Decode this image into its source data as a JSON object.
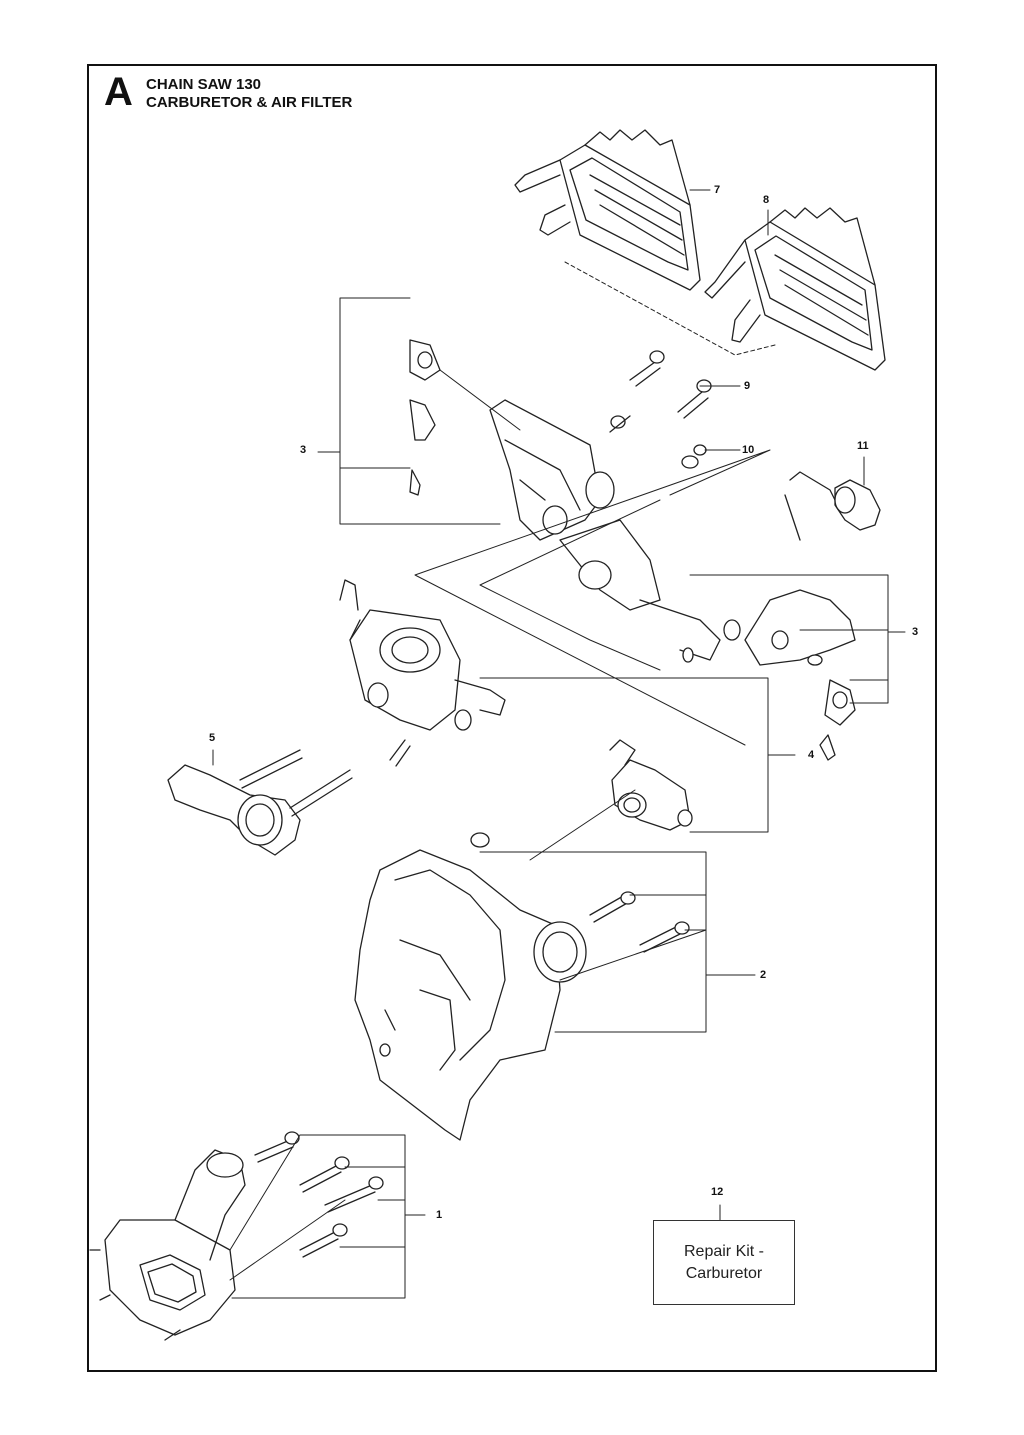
{
  "header": {
    "section_letter": "A",
    "title_line1": "CHAIN SAW 130",
    "title_line2": "CARBURETOR & AIR FILTER"
  },
  "callouts": {
    "c1": "1",
    "c2": "2",
    "c3a": "3",
    "c3b": "3",
    "c4": "4",
    "c5": "5",
    "c7": "7",
    "c8": "8",
    "c9": "9",
    "c10": "10",
    "c11": "11",
    "c12": "12"
  },
  "kit_box": {
    "line1": "Repair Kit -",
    "line2": "Carburetor"
  }
}
